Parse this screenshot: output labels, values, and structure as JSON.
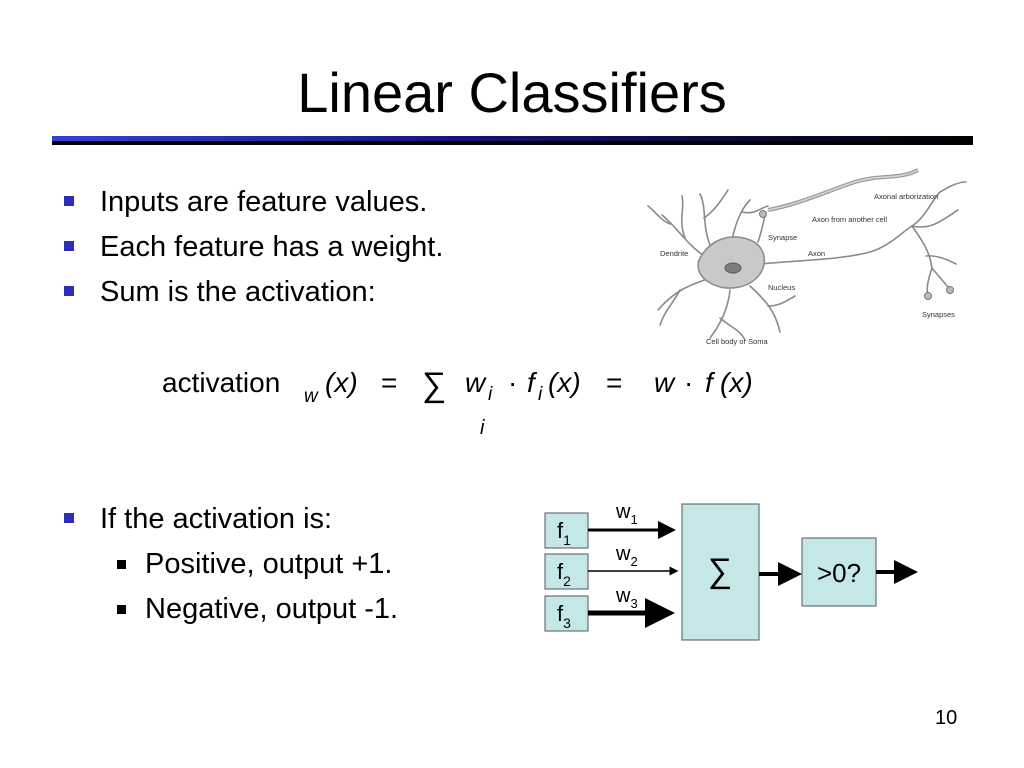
{
  "slide": {
    "title": "Linear Classifiers",
    "page_number": "10"
  },
  "bullets_top": [
    "Inputs are feature values.",
    "Each feature has a weight.",
    "Sum is the activation:"
  ],
  "formula": {
    "func": "activation",
    "func_sub": "w",
    "arg": "(x)",
    "eq1": "=",
    "sum_symbol": "∑",
    "sum_index": "i",
    "weight_var": "w",
    "weight_sub": "i",
    "dot1": "·",
    "feat_var": "f",
    "feat_sub": "i",
    "feat_arg": "(x)",
    "eq2": "=",
    "w": "w",
    "dot2": "·",
    "f": "f",
    "f_arg": "(x)"
  },
  "bullets_bottom": {
    "main": "If the activation is:",
    "sub": [
      "Positive, output +1.",
      "Negative, output -1."
    ]
  },
  "neuron_image": {
    "labels": {
      "axonal_arborization": "Axonal arborization",
      "axon_from_another_cell": "Axon from another cell",
      "synapse": "Synapse",
      "dendrite": "Dendrite",
      "axon": "Axon",
      "nucleus": "Nucleus",
      "synapses": "Synapses",
      "cell_body": "Cell body or Soma"
    }
  },
  "diagram": {
    "inputs": [
      {
        "var": "f",
        "sub": "1"
      },
      {
        "var": "f",
        "sub": "2"
      },
      {
        "var": "f",
        "sub": "3"
      }
    ],
    "weights": [
      {
        "var": "w",
        "sub": "1"
      },
      {
        "var": "w",
        "sub": "2"
      },
      {
        "var": "w",
        "sub": "3"
      }
    ],
    "sum_symbol": "∑",
    "threshold_label": ">0?",
    "box_fill": "#c4e8e8"
  },
  "colors": {
    "bullet_accent": "#2a2eb8",
    "rule_dark": "#000000"
  }
}
